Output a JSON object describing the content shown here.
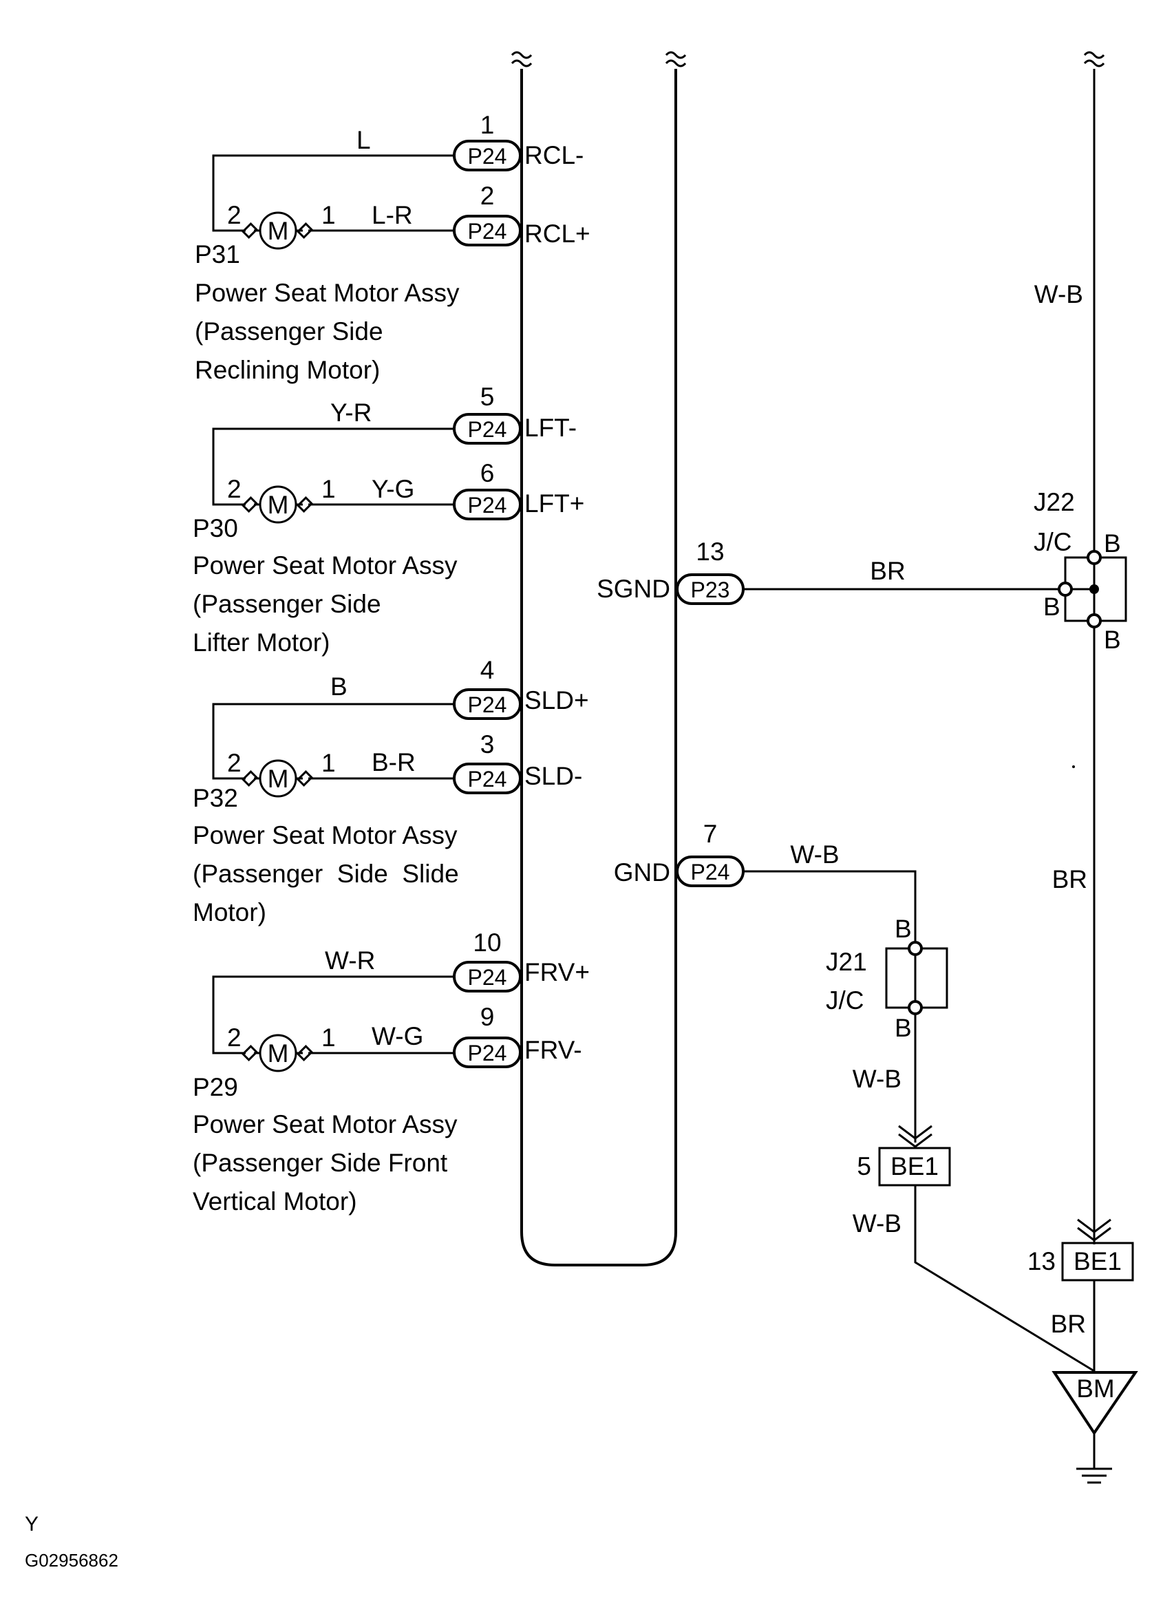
{
  "figure_id": "G02956862",
  "corner_mark": "Y",
  "motors": [
    {
      "id": "P31",
      "name_lines": [
        "Power Seat Motor Assy",
        "(Passenger Side",
        "Reclining Motor)"
      ],
      "motor_label": "M",
      "pin_left": "2",
      "pin_right": "1",
      "wire_top": "L",
      "wire_bottom": "L-R",
      "ecu_top": {
        "pin": "1",
        "connector": "P24",
        "signal": "RCL-"
      },
      "ecu_bottom": {
        "pin": "2",
        "connector": "P24",
        "signal": "RCL+"
      }
    },
    {
      "id": "P30",
      "name_lines": [
        "Power Seat Motor Assy",
        "(Passenger Side",
        "Lifter Motor)"
      ],
      "motor_label": "M",
      "pin_left": "2",
      "pin_right": "1",
      "wire_top": "Y-R",
      "wire_bottom": "Y-G",
      "ecu_top": {
        "pin": "5",
        "connector": "P24",
        "signal": "LFT-"
      },
      "ecu_bottom": {
        "pin": "6",
        "connector": "P24",
        "signal": "LFT+"
      }
    },
    {
      "id": "P32",
      "name_lines": [
        "Power Seat Motor Assy",
        "(Passenger  Side  Slide",
        "Motor)"
      ],
      "motor_label": "M",
      "pin_left": "2",
      "pin_right": "1",
      "wire_top": "B",
      "wire_bottom": "B-R",
      "ecu_top": {
        "pin": "4",
        "connector": "P24",
        "signal": "SLD+"
      },
      "ecu_bottom": {
        "pin": "3",
        "connector": "P24",
        "signal": "SLD-"
      }
    },
    {
      "id": "P29",
      "name_lines": [
        "Power Seat Motor Assy",
        "(Passenger Side Front",
        "Vertical Motor)"
      ],
      "motor_label": "M",
      "pin_left": "2",
      "pin_right": "1",
      "wire_top": "W-R",
      "wire_bottom": "W-G",
      "ecu_top": {
        "pin": "10",
        "connector": "P24",
        "signal": "FRV+"
      },
      "ecu_bottom": {
        "pin": "9",
        "connector": "P24",
        "signal": "FRV-"
      }
    }
  ],
  "sgnd": {
    "signal": "SGND",
    "pin": "13",
    "connector": "P23",
    "wire": "BR"
  },
  "gnd": {
    "signal": "GND",
    "pin": "7",
    "connector": "P24",
    "wire": "W-B"
  },
  "j22": {
    "id": "J22",
    "type": "J/C",
    "pin_top": "B",
    "pin_left": "B",
    "pin_bottom": "B"
  },
  "j21": {
    "id": "J21",
    "type": "J/C",
    "pin_top": "B",
    "pin_bottom": "B"
  },
  "right_wire_upper": "W-B",
  "right_wire_mid": "BR",
  "j21_to_be1_wire": "W-B",
  "be1_left": {
    "pin": "5",
    "connector": "BE1",
    "wire_below": "W-B"
  },
  "be1_right": {
    "pin": "13",
    "connector": "BE1",
    "wire_below": "BR"
  },
  "ground_point": "BM"
}
